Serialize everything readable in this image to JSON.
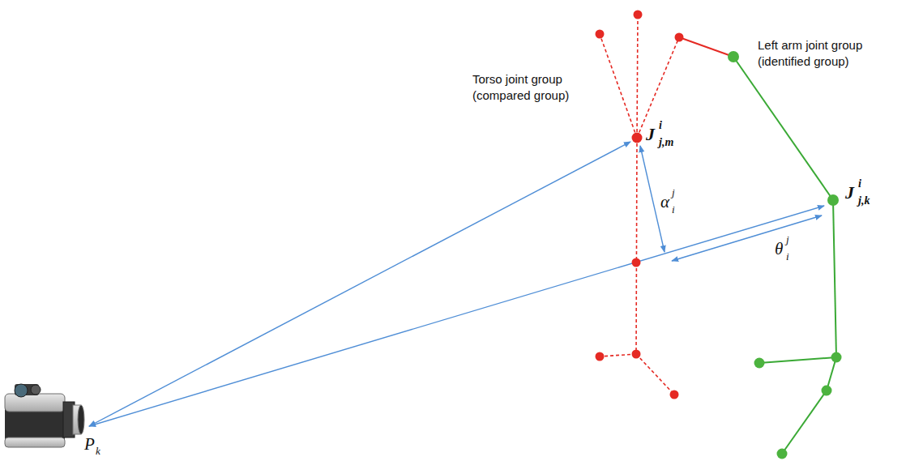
{
  "diagram": {
    "labels": [
      "Left arm joint group (identified group)",
      "Torso joint group (compared group)",
      "J",
      "i",
      "j,m",
      "α",
      "j",
      "i",
      "J",
      "i",
      "j,k",
      "θ",
      "j",
      "i",
      "P",
      "k"
    ]
  }
}
